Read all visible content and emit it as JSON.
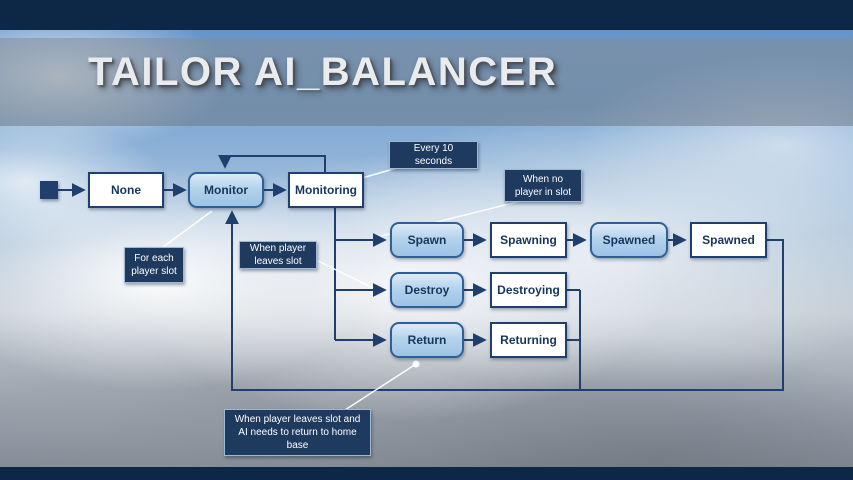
{
  "slide": {
    "title": "TAILOR AI_BALANCER"
  },
  "colors": {
    "top_bottom_bar": "#0d2746",
    "connector_line": "#1f3f6e",
    "state_white_fill": "#ffffff",
    "state_blue_fill": "#9cc3e5",
    "state_border": "#1f3f6e",
    "callout_bg": "#1e3a5f",
    "callout_text": "#ffffff",
    "title_text": "#e9ebed"
  },
  "nodes": {
    "none": {
      "label": "None"
    },
    "monitor": {
      "label": "Monitor"
    },
    "monitoring": {
      "label": "Monitoring"
    },
    "spawn": {
      "label": "Spawn"
    },
    "spawning": {
      "label": "Spawning"
    },
    "spawned_active": {
      "label": "Spawned"
    },
    "spawned_final": {
      "label": "Spawned"
    },
    "destroy": {
      "label": "Destroy"
    },
    "destroying": {
      "label": "Destroying"
    },
    "return": {
      "label": "Return"
    },
    "returning": {
      "label": "Returning"
    }
  },
  "callouts": {
    "every10": {
      "text": "Every 10 seconds"
    },
    "no_player": {
      "text": "When no player in slot"
    },
    "for_each": {
      "text": "For each player slot"
    },
    "player_leaves": {
      "text": "When player leaves slot"
    },
    "return_home": {
      "text": "When player leaves slot and AI needs to return to home base"
    }
  }
}
